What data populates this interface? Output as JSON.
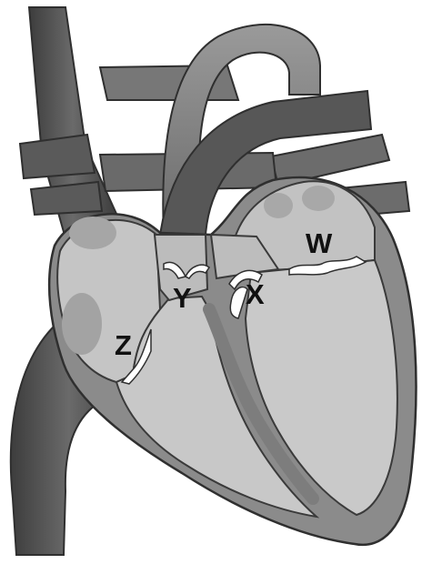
{
  "diagram": {
    "labels": {
      "w": "W",
      "x": "X",
      "y": "Y",
      "z": "Z"
    }
  },
  "colors": {
    "vessel_dark": "#4e4e4e",
    "vessel_mid": "#6f6f6f",
    "chamber_light": "#c9c9c9",
    "heart_wall": "#8c8c8c",
    "outline": "#3a3a3a",
    "valve": "#ffffff"
  }
}
